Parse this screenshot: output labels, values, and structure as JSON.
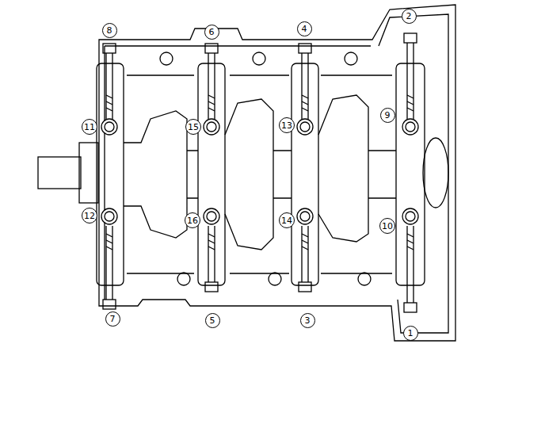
{
  "diagram": {
    "nodes": [
      {
        "text": [
          "8"
        ]
      },
      {
        "text": [
          "6"
        ]
      },
      {
        "text": [
          "4"
        ]
      },
      {
        "text": [
          "2"
        ]
      },
      {
        "text": [
          "11"
        ]
      },
      {
        "text": [
          "15"
        ]
      },
      {
        "text": [
          "13"
        ]
      },
      {
        "text": [
          "9"
        ]
      },
      {
        "text": [
          "12"
        ]
      },
      {
        "text": [
          "16"
        ]
      },
      {
        "text": [
          "14"
        ]
      },
      {
        "text": [
          "10"
        ]
      },
      {
        "text": [
          "7"
        ]
      },
      {
        "text": [
          "5"
        ]
      },
      {
        "text": [
          "3"
        ]
      },
      {
        "text": [
          "1"
        ]
      }
    ]
  }
}
